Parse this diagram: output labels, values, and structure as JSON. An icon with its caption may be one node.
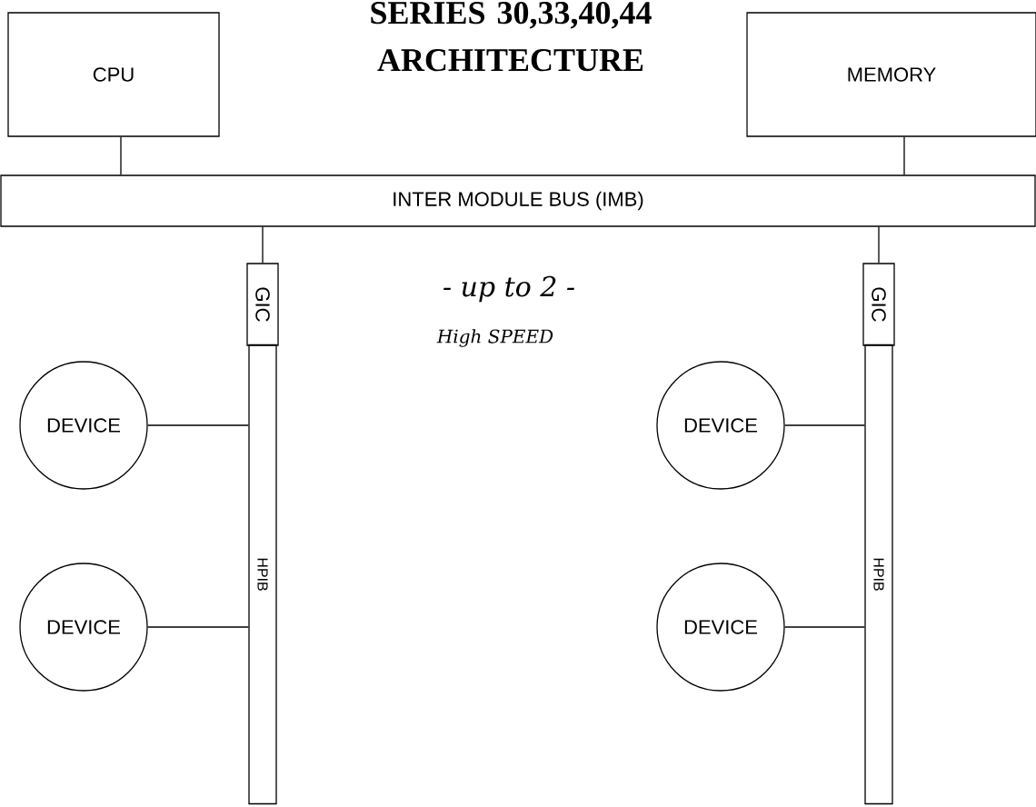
{
  "diagram": {
    "title": "SERIES 30,33,40,44 ARCHITECTURE",
    "nodes": [
      {
        "text": [
          "CPU"
        ]
      },
      {
        "text": [
          "MEMORY"
        ]
      },
      {
        "text": [
          "INTER MODULE BUS (IMB)"
        ]
      },
      {
        "text": [
          "GIC"
        ]
      },
      {
        "text": [
          "HPIB"
        ]
      },
      {
        "text": [
          "DEVICE"
        ]
      },
      {
        "text": [
          "DEVICE"
        ]
      },
      {
        "text": [
          "GIC"
        ]
      },
      {
        "text": [
          "HPIB"
        ]
      },
      {
        "text": [
          "DEVICE"
        ]
      },
      {
        "text": [
          "DEVICE"
        ]
      }
    ],
    "edges": [
      {
        "from": 0,
        "to": 2,
        "arrow": "none"
      },
      {
        "from": 1,
        "to": 2,
        "arrow": "none"
      },
      {
        "from": 2,
        "to": 3,
        "arrow": "none"
      },
      {
        "from": 2,
        "to": 7,
        "arrow": "none"
      },
      {
        "from": 5,
        "to": 4,
        "arrow": "none"
      },
      {
        "from": 6,
        "to": 4,
        "arrow": "none"
      },
      {
        "from": 9,
        "to": 8,
        "arrow": "none"
      },
      {
        "from": 10,
        "to": 8,
        "arrow": "none"
      }
    ],
    "labels": [
      "- up to 2 -",
      "High SPEED"
    ]
  }
}
